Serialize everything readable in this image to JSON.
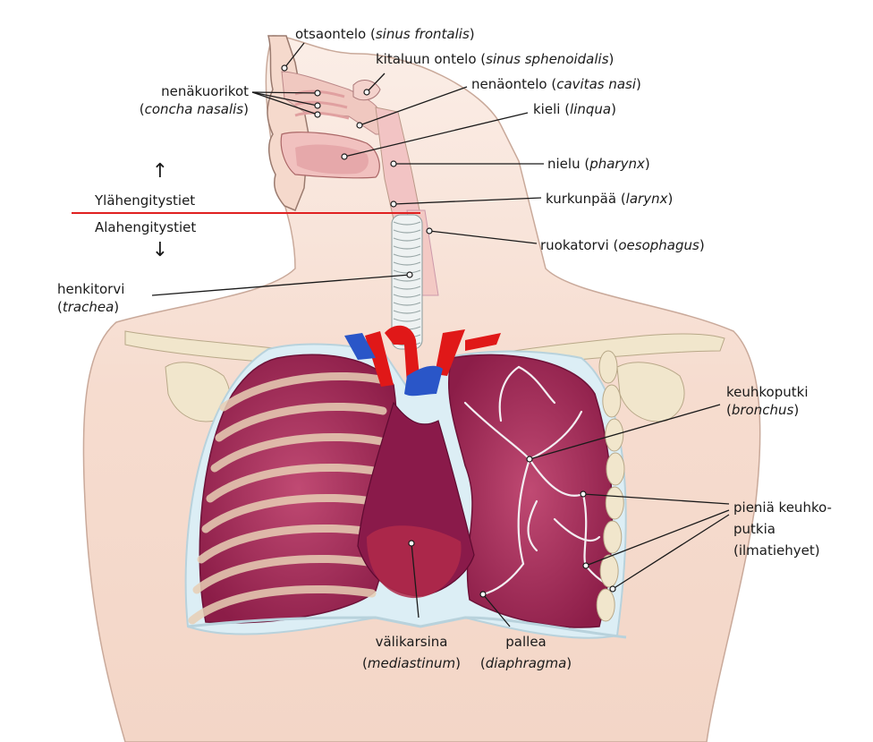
{
  "colors": {
    "background": "#ffffff",
    "skin": "#f7e3d8",
    "lung": "#a8305a",
    "lung_dark": "#7c1640",
    "mediastinum": "#8a1a4a",
    "pleura": "#dceef5",
    "bone": "#f1e6cc",
    "artery": "#e01818",
    "vein": "#2a56c8",
    "airway": "#f2c7c7",
    "boundary_line": "#e02020",
    "leader_line": "#1a1a1a"
  },
  "labels": {
    "sinus_frontalis": {
      "name": "otsaontelo",
      "latin": "sinus frontalis"
    },
    "concha_nasalis": {
      "name": "nenäkuorikot",
      "latin": "concha nasalis"
    },
    "sinus_sphenoidalis": {
      "name": "kitaluun ontelo",
      "latin": "sinus sphenoidalis"
    },
    "cavitas_nasi": {
      "name": "nenäontelo",
      "latin": "cavitas nasi"
    },
    "lingua": {
      "name": "kieli",
      "latin": "linqua"
    },
    "pharynx": {
      "name": "nielu",
      "latin": "pharynx"
    },
    "larynx": {
      "name": "kurkunpää",
      "latin": "larynx"
    },
    "oesophagus": {
      "name": "ruokatorvi",
      "latin": "oesophagus"
    },
    "trachea": {
      "name": "henkitorvi",
      "latin": "trachea"
    },
    "bronchus": {
      "name": "keuhkoputki",
      "latin": "bronchus"
    },
    "bronchioles": {
      "line1": "pieniä keuhko-",
      "line2": "putkia",
      "line3": "(ilmatiehyet)"
    },
    "mediastinum": {
      "name": "välikarsina",
      "latin": "mediastinum"
    },
    "diaphragma": {
      "name": "pallea",
      "latin": "diaphragma"
    }
  },
  "divider": {
    "upper": "Ylähengitystiet",
    "lower": "Alahengitystiet",
    "up_arrow": "↑",
    "down_arrow": "↓"
  }
}
